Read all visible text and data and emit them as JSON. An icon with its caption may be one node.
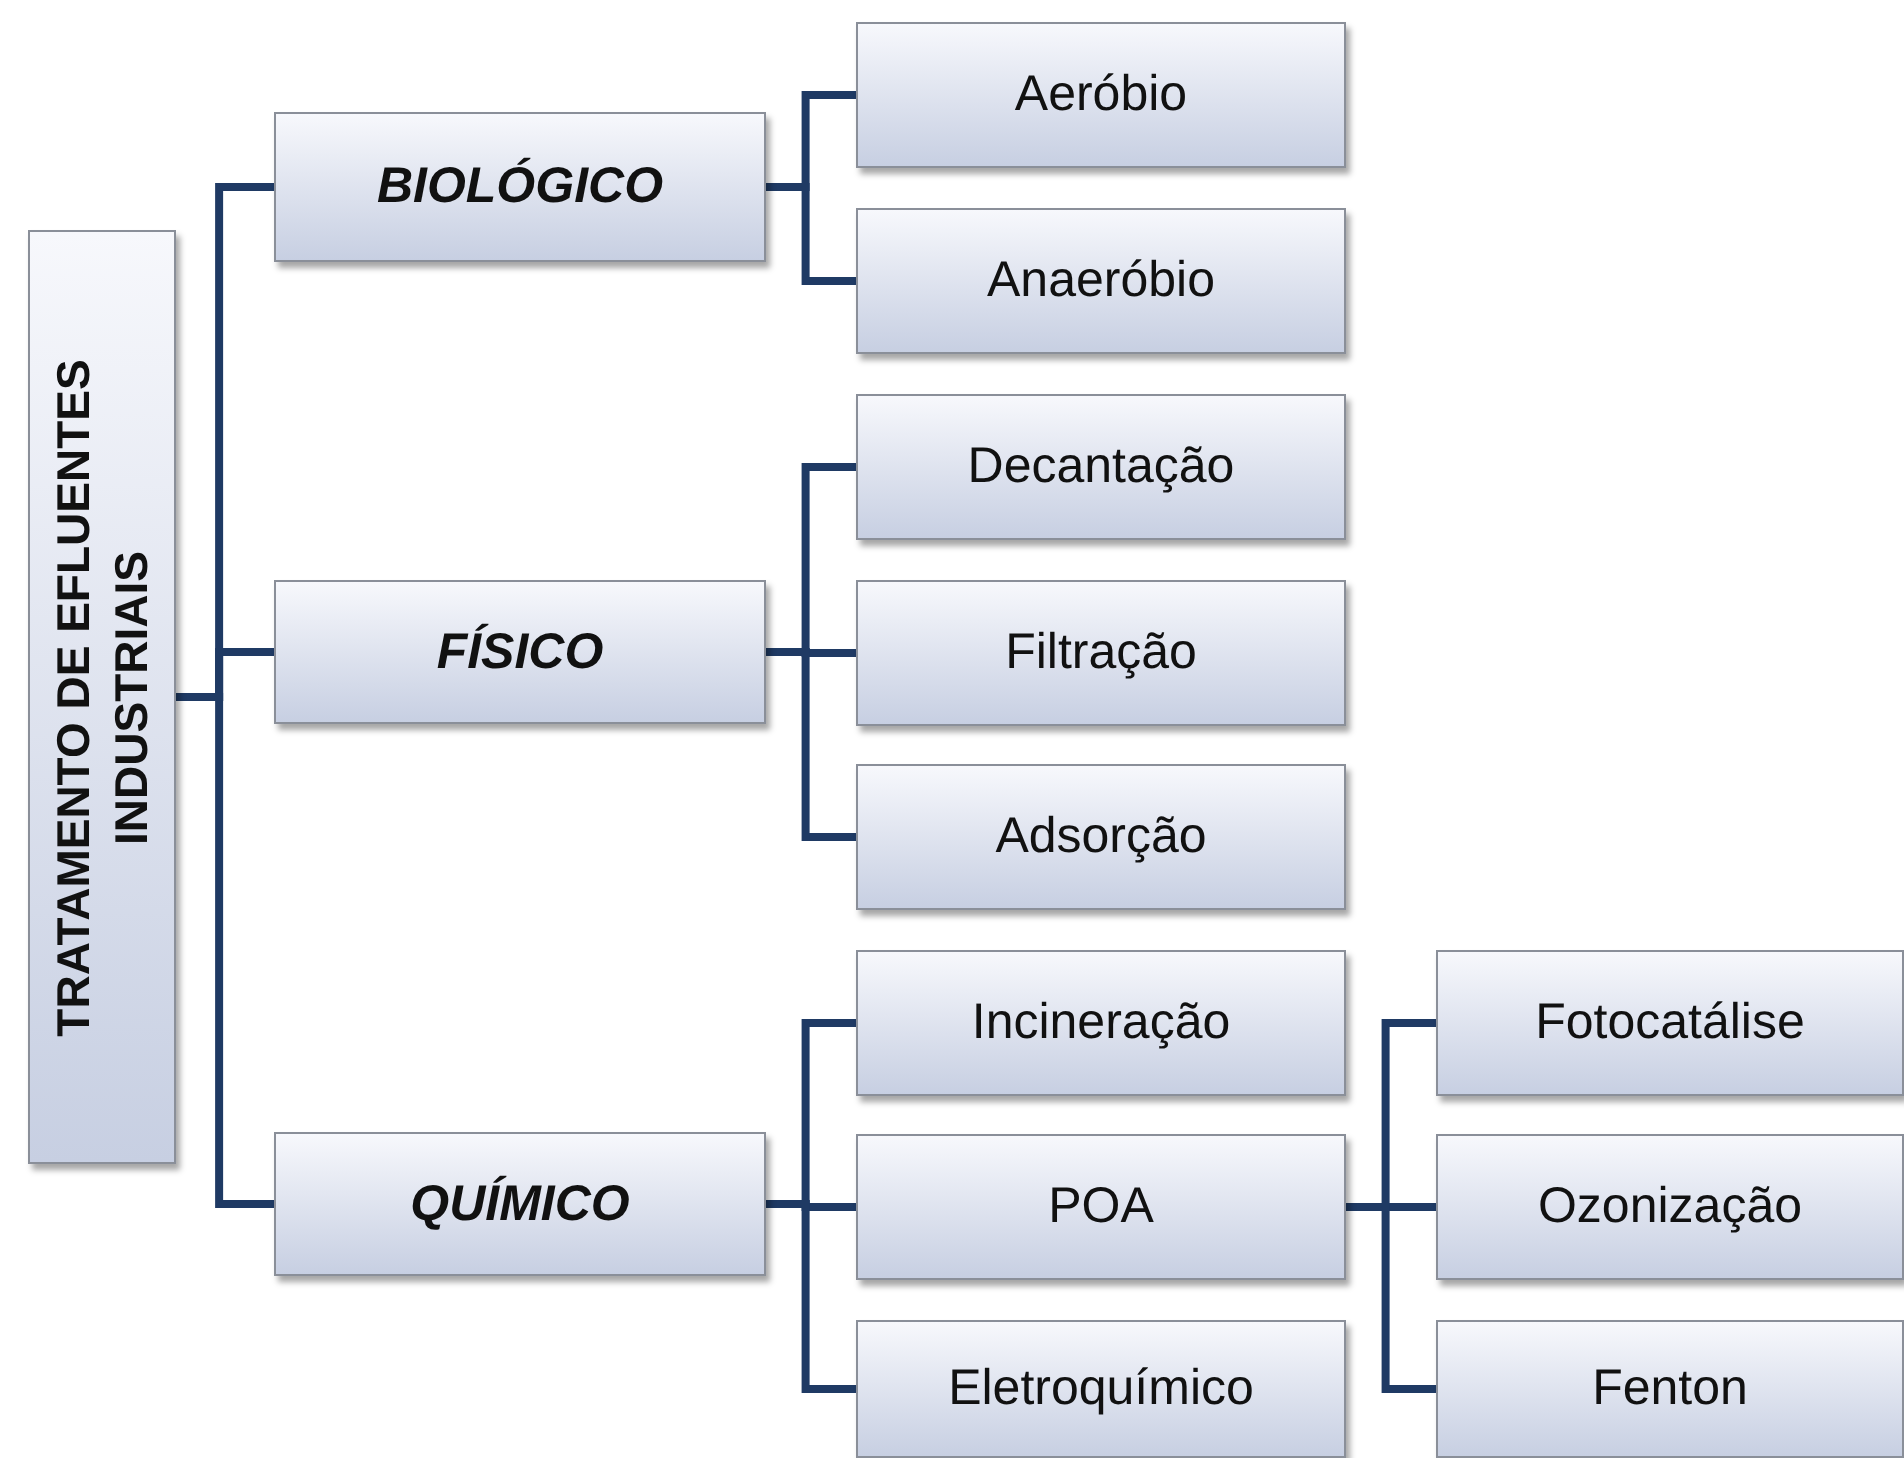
{
  "diagram": {
    "nodes": [
      {
        "text": [
          "TRATAMENTO DE EFLUENTES INDUSTRIAIS"
        ]
      },
      {
        "text": [
          "BIOLÓGICO"
        ]
      },
      {
        "text": [
          "FÍSICO"
        ]
      },
      {
        "text": [
          "QUÍMICO"
        ]
      },
      {
        "text": [
          "Aeróbio"
        ]
      },
      {
        "text": [
          "Anaeróbio"
        ]
      },
      {
        "text": [
          "Decantação"
        ]
      },
      {
        "text": [
          "Filtração"
        ]
      },
      {
        "text": [
          "Adsorção"
        ]
      },
      {
        "text": [
          "Incineração"
        ]
      },
      {
        "text": [
          "POA"
        ]
      },
      {
        "text": [
          "Eletroquímico"
        ]
      },
      {
        "text": [
          "Fotocatálise"
        ]
      },
      {
        "text": [
          "Ozonização"
        ]
      },
      {
        "text": [
          "Fenton"
        ]
      }
    ],
    "edges": [
      {
        "from": 0,
        "to": 1,
        "arrow": "none"
      },
      {
        "from": 0,
        "to": 2,
        "arrow": "none"
      },
      {
        "from": 0,
        "to": 3,
        "arrow": "none"
      },
      {
        "from": 1,
        "to": 4,
        "arrow": "none"
      },
      {
        "from": 1,
        "to": 5,
        "arrow": "none"
      },
      {
        "from": 2,
        "to": 6,
        "arrow": "none"
      },
      {
        "from": 2,
        "to": 7,
        "arrow": "none"
      },
      {
        "from": 2,
        "to": 8,
        "arrow": "none"
      },
      {
        "from": 3,
        "to": 9,
        "arrow": "none"
      },
      {
        "from": 3,
        "to": 10,
        "arrow": "none"
      },
      {
        "from": 3,
        "to": 11,
        "arrow": "none"
      },
      {
        "from": 10,
        "to": 12,
        "arrow": "none"
      },
      {
        "from": 10,
        "to": 13,
        "arrow": "none"
      },
      {
        "from": 10,
        "to": 14,
        "arrow": "none"
      }
    ]
  }
}
